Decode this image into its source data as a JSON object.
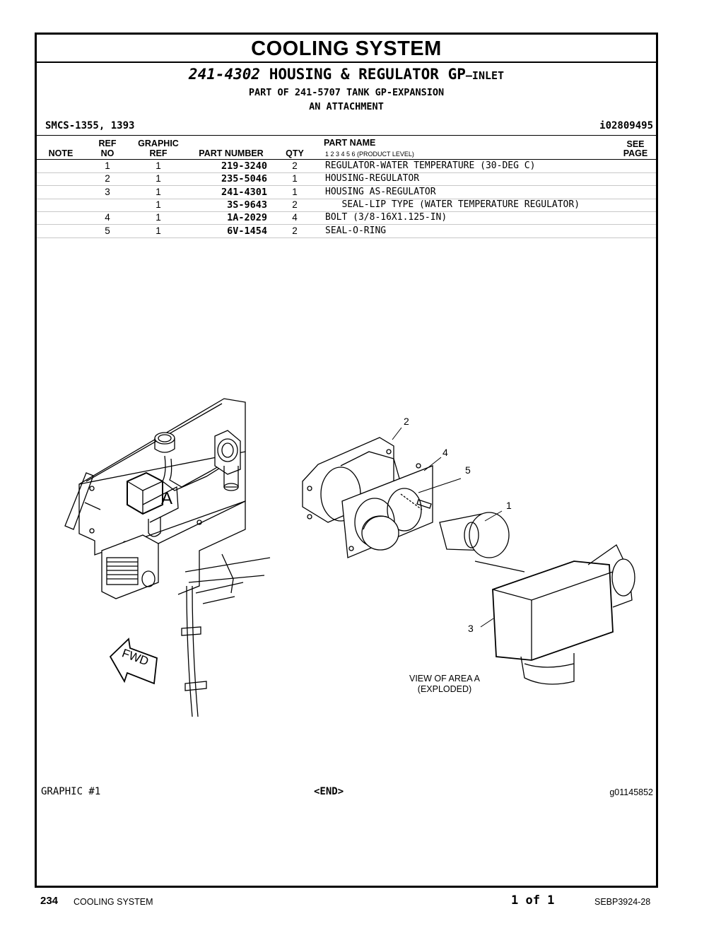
{
  "header": {
    "section_title": "COOLING SYSTEM",
    "group_number": "241-4302",
    "group_name": "HOUSING & REGULATOR GP",
    "group_suffix": "—INLET",
    "part_of": "PART OF 241-5707 TANK GP-EXPANSION",
    "attachment": "AN ATTACHMENT",
    "smcs": "SMCS-1355, 1393",
    "doc_id": "i02809495"
  },
  "table": {
    "columns": {
      "note": "NOTE",
      "ref_top": "REF",
      "ref_bottom": "NO",
      "graphic_top": "GRAPHIC",
      "graphic_bottom": "REF",
      "part_number": "PART NUMBER",
      "qty": "QTY",
      "part_name": "PART NAME",
      "product_levels": "1  2  3  4  5  6  (PRODUCT LEVEL)",
      "see_top": "SEE",
      "see_bottom": "PAGE"
    },
    "rows": [
      {
        "ref": "1",
        "graphic_ref": "1",
        "part_number": "219-3240",
        "qty": "2",
        "name": "REGULATOR-WATER TEMPERATURE (30-DEG C)"
      },
      {
        "ref": "2",
        "graphic_ref": "1",
        "part_number": "235-5046",
        "qty": "1",
        "name": "HOUSING-REGULATOR"
      },
      {
        "ref": "3",
        "graphic_ref": "1",
        "part_number": "241-4301",
        "qty": "1",
        "name": "HOUSING AS-REGULATOR"
      },
      {
        "ref": "",
        "graphic_ref": "1",
        "part_number": "3S-9643",
        "qty": "2",
        "name": "   SEAL-LIP TYPE (WATER TEMPERATURE REGULATOR)"
      },
      {
        "ref": "4",
        "graphic_ref": "1",
        "part_number": "1A-2029",
        "qty": "4",
        "name": "BOLT (3/8-16X1.125-IN)"
      },
      {
        "ref": "5",
        "graphic_ref": "1",
        "part_number": "6V-1454",
        "qty": "2",
        "name": "SEAL-O-RING"
      }
    ]
  },
  "illustration": {
    "callouts": [
      "2",
      "4",
      "5",
      "1",
      "3"
    ],
    "detail_letter": "A",
    "fwd_label": "FWD",
    "view_caption_1": "VIEW OF AREA A",
    "view_caption_2": "(EXPLODED)"
  },
  "graphic": {
    "label": "GRAPHIC #1",
    "end_marker": "<END>",
    "graphic_number": "g01145852"
  },
  "footer": {
    "page_number": "234",
    "section": "COOLING SYSTEM",
    "page_of": "1 of 1",
    "document": "SEBP3924-28"
  }
}
